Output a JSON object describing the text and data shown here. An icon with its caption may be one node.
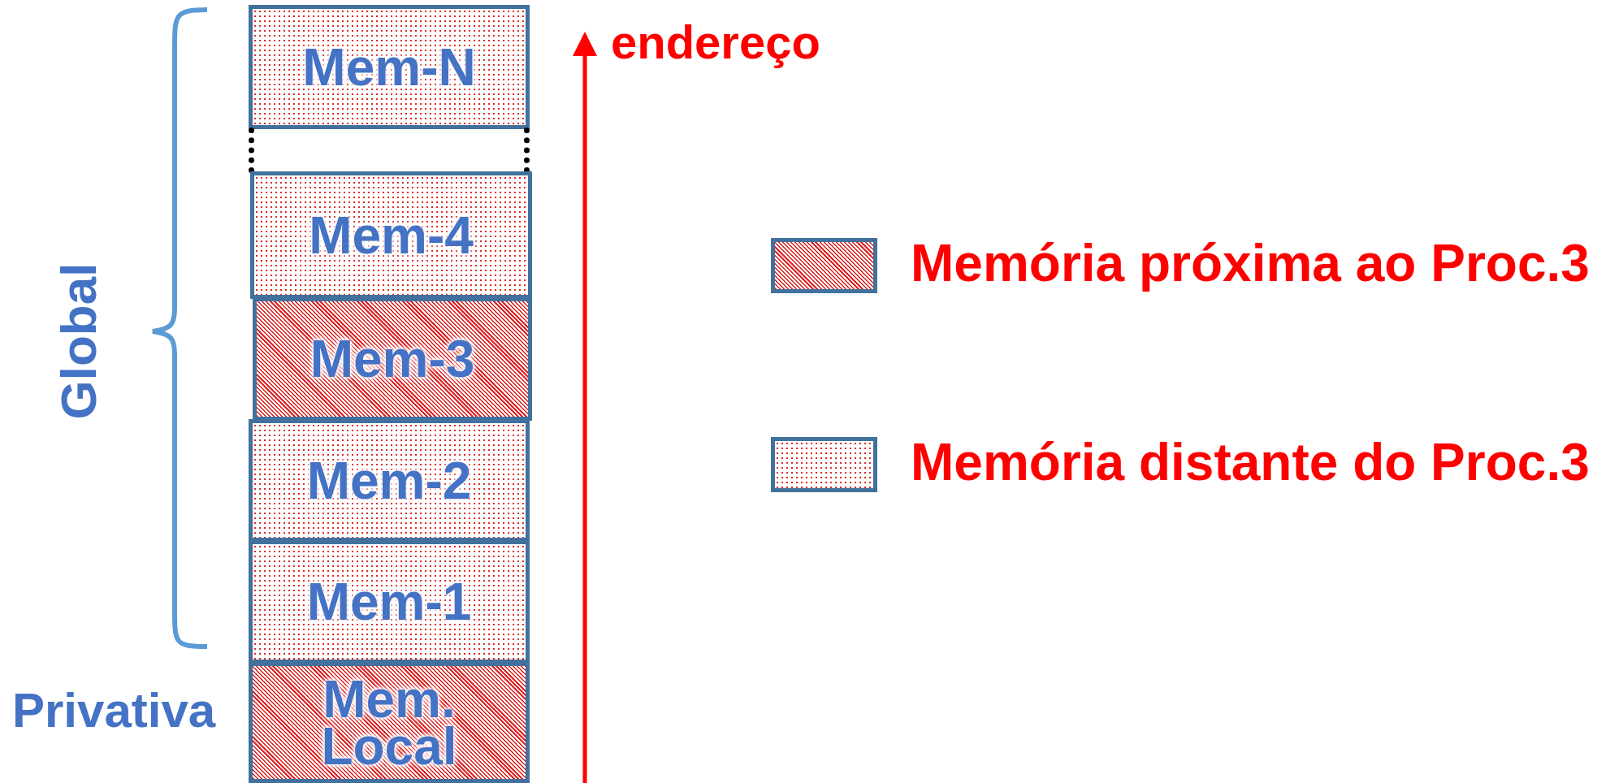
{
  "diagram": {
    "nodes": [
      {
        "text": [
          "Mem-N"
        ]
      },
      {
        "text": [],
        "shape": "box"
      },
      {
        "text": [
          "Mem-4"
        ]
      },
      {
        "text": [
          "Mem-3"
        ]
      },
      {
        "text": [
          "Mem-2"
        ]
      },
      {
        "text": [
          "Mem-1"
        ]
      },
      {
        "text": [
          "Mem. Local"
        ]
      }
    ],
    "edges": [],
    "labels": [
      "endereço",
      "Global",
      "Privativa"
    ],
    "legend": [
      {
        "text": "Memória próxima ao Proc.3"
      },
      {
        "text": "Memória distante do Proc.3"
      }
    ]
  }
}
